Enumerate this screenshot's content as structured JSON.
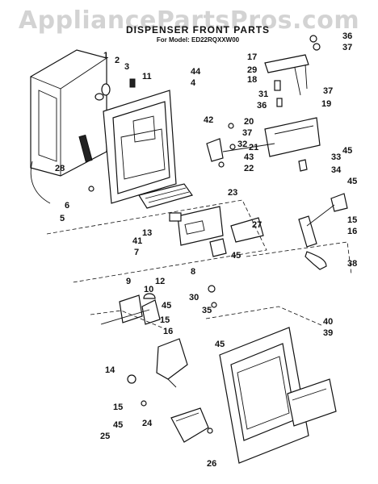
{
  "watermark": "AppliancePartsPros.com",
  "title": "DISPENSER FRONT PARTS",
  "model_line": "For Model: ED22RQXXW00",
  "callouts": [
    "1",
    "2",
    "3",
    "11",
    "44",
    "4",
    "17",
    "36",
    "37",
    "29",
    "18",
    "31",
    "36",
    "37",
    "19",
    "42",
    "20",
    "37",
    "32",
    "21",
    "43",
    "22",
    "33",
    "45",
    "34",
    "28",
    "6",
    "5",
    "23",
    "45",
    "13",
    "41",
    "7",
    "27",
    "15",
    "16",
    "8",
    "45",
    "38",
    "9",
    "10",
    "12",
    "30",
    "35",
    "45",
    "15",
    "16",
    "45",
    "14",
    "40",
    "39",
    "15",
    "24",
    "45",
    "25",
    "26"
  ]
}
